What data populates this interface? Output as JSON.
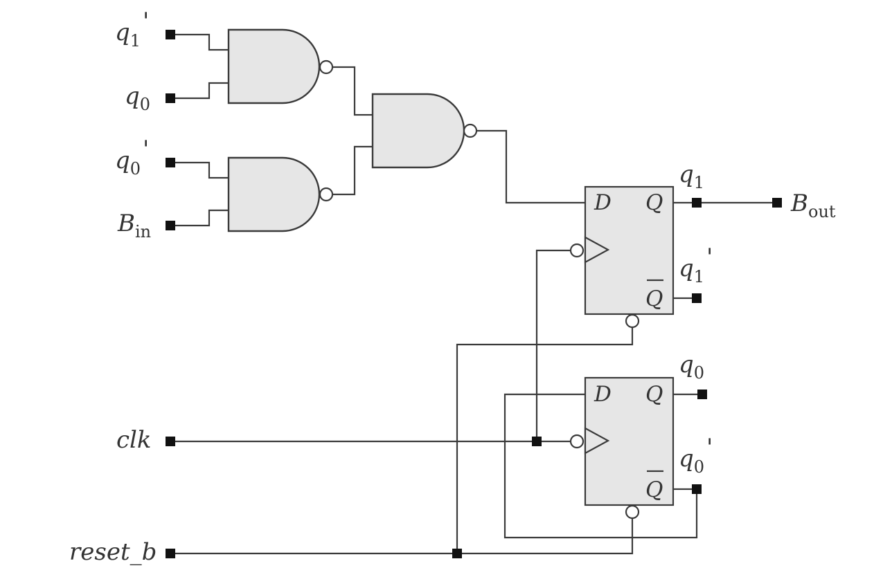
{
  "inputs": {
    "q1_prime": {
      "base": "q",
      "sub": "1",
      "sup": "'"
    },
    "q0": {
      "base": "q",
      "sub": "0",
      "sup": ""
    },
    "q0_prime": {
      "base": "q",
      "sub": "0",
      "sup": "'"
    },
    "b_in": {
      "base": "B",
      "sub": "in",
      "sup": ""
    },
    "clk": {
      "base": "clk"
    },
    "reset_b": {
      "base": "reset_b"
    }
  },
  "outputs": {
    "ff1_q": {
      "base": "q",
      "sub": "1",
      "sup": ""
    },
    "ff1_qbar": {
      "base": "q",
      "sub": "1",
      "sup": "'"
    },
    "ff0_q": {
      "base": "q",
      "sub": "0",
      "sup": ""
    },
    "ff0_qbar": {
      "base": "q",
      "sub": "0",
      "sup": "'"
    },
    "b_out": {
      "base": "B",
      "sub": "out",
      "sup": ""
    }
  },
  "flipflops": {
    "ff1": {
      "d_label": "D",
      "q_label": "Q",
      "qbar_label": "Q"
    },
    "ff0": {
      "d_label": "D",
      "q_label": "Q",
      "qbar_label": "Q"
    }
  },
  "gates": {
    "nand_top": "nand",
    "nand_bottom": "nand",
    "nand_final": "nand"
  },
  "colors": {
    "wire": "#3a3a3a",
    "fill": "#e6e6e6",
    "pin": "#111111",
    "text": "#333333"
  }
}
